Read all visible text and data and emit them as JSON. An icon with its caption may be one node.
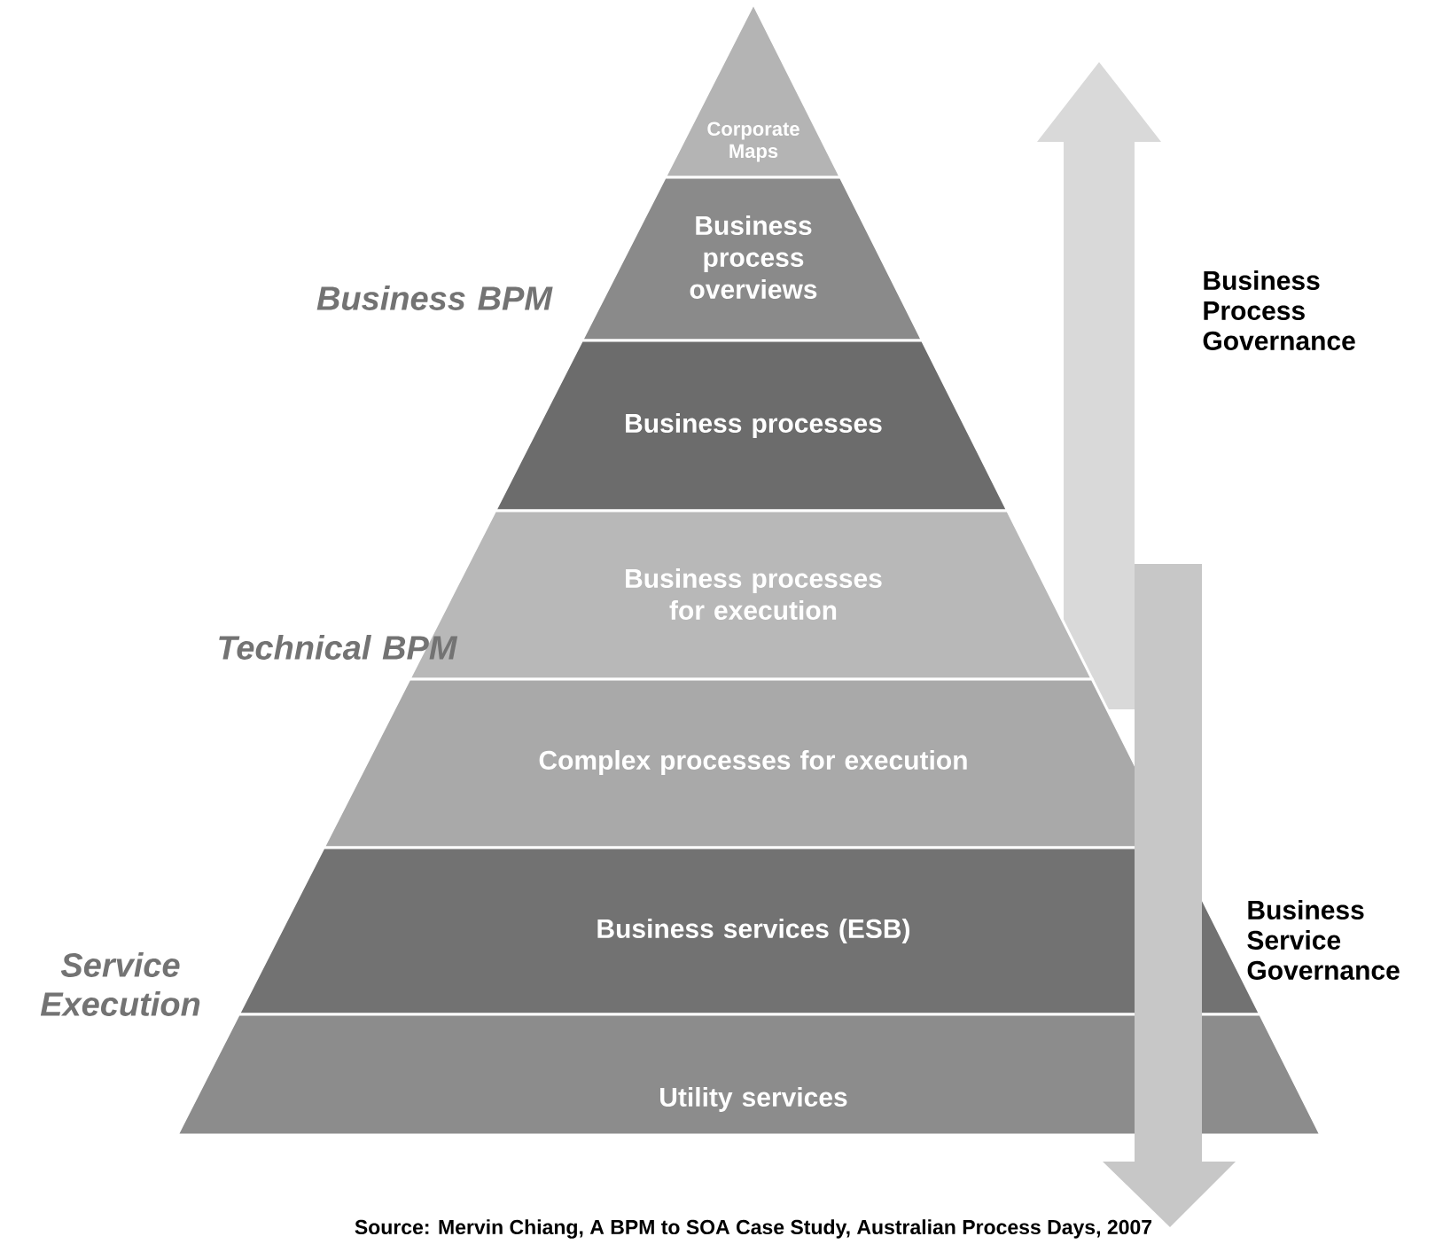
{
  "diagram": {
    "caption": "Source: Mervin Chiang, A BPM to SOA Case Study, Australian Process Days, 2007",
    "nodes": [
      {
        "text": [
          "Corporate Maps"
        ]
      },
      {
        "text": [
          "Business process overviews"
        ]
      },
      {
        "text": [
          "Business processes"
        ]
      },
      {
        "text": [
          "Business processes for execution"
        ]
      },
      {
        "text": [
          "Complex processes for execution"
        ]
      },
      {
        "text": [
          "Business services (ESB)"
        ]
      },
      {
        "text": [
          "Utility services"
        ]
      }
    ],
    "labels": [
      "Business BPM",
      "Business Process Governance",
      "Technical BPM",
      "Service Execution",
      "Business Service Governance"
    ]
  }
}
